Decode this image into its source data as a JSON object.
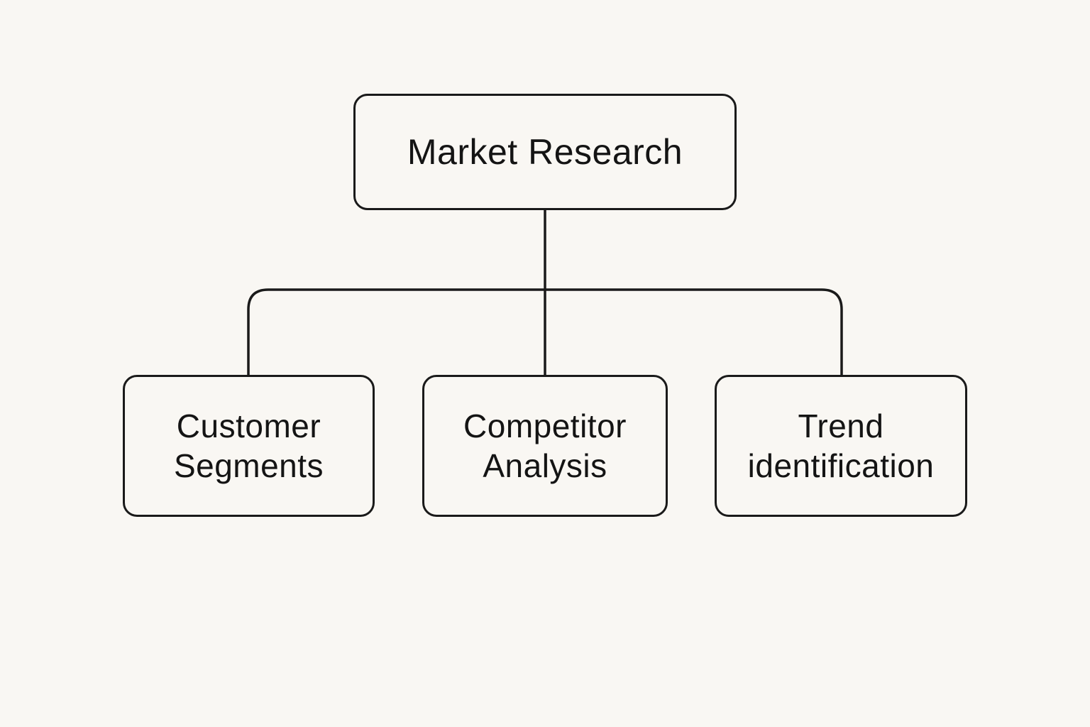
{
  "diagram": {
    "type": "hierarchy",
    "root": {
      "label": "Market Research"
    },
    "children": [
      {
        "line1": "Customer",
        "line2": "Segments"
      },
      {
        "line1": "Competitor",
        "line2": "Analysis"
      },
      {
        "line1": "Trend",
        "line2": "identification"
      }
    ],
    "colors": {
      "background": "#f9f7f3",
      "stroke": "#1a1a1a",
      "text": "#141414"
    }
  }
}
